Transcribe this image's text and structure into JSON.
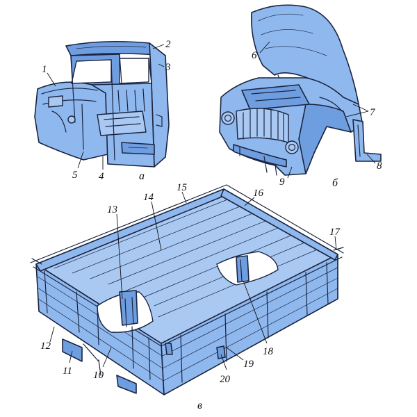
{
  "figure": {
    "subfigures": [
      {
        "id": "a",
        "letter": "а",
        "labels": [
          "1",
          "2",
          "3",
          "4",
          "5"
        ]
      },
      {
        "id": "b",
        "letter": "б",
        "labels": [
          "6",
          "7",
          "8",
          "9"
        ]
      },
      {
        "id": "c",
        "letter": "в",
        "labels": [
          "10",
          "11",
          "12",
          "13",
          "14",
          "15",
          "16",
          "17",
          "18",
          "19",
          "20"
        ]
      }
    ]
  },
  "colors": {
    "fill": "#8fb8ee",
    "fill_dark": "#6f9ee0",
    "outline": "#1a2440"
  }
}
